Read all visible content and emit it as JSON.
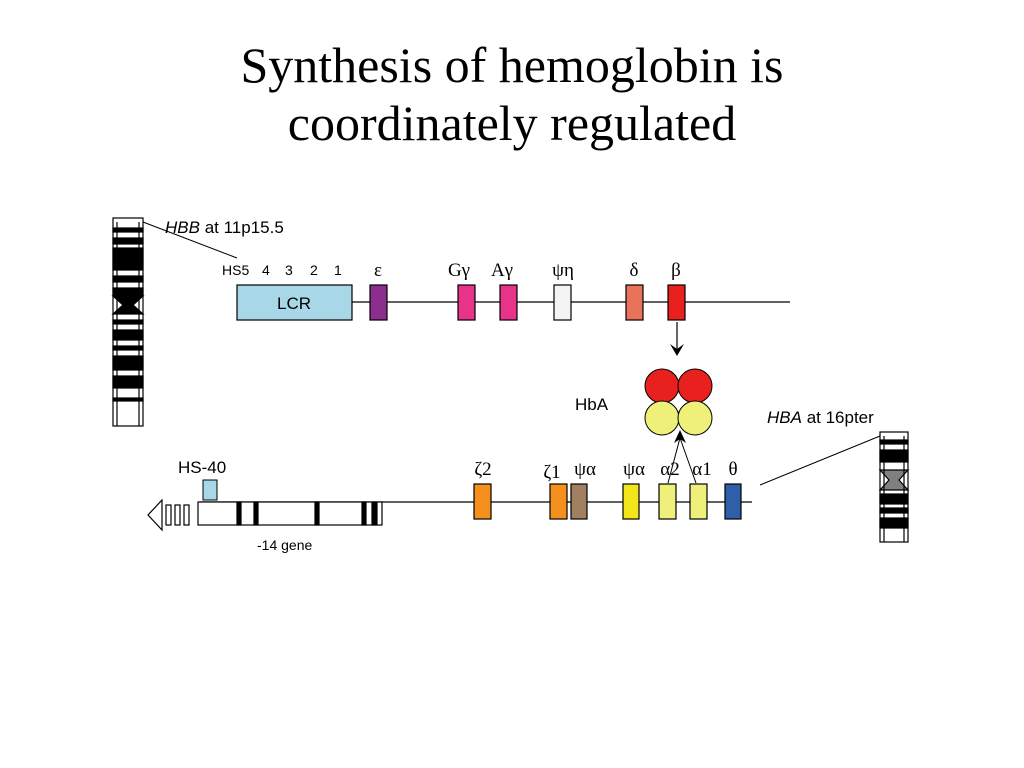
{
  "title": {
    "line1": "Synthesis of hemoglobin is",
    "line2": "coordinately regulated"
  },
  "hbb": {
    "gene": "HBB",
    "locus": " at 11p15.5",
    "hs_labels": [
      "HS5",
      "4",
      "3",
      "2",
      "1"
    ],
    "lcr": "LCR",
    "genes": [
      {
        "label": "ε",
        "color": "#8B2E8E"
      },
      {
        "label": "Gγ",
        "color": "#E8338A"
      },
      {
        "label": "Aγ",
        "color": "#E8338A"
      },
      {
        "label": "ψη",
        "color": "#F4F4F4"
      },
      {
        "label": "δ",
        "color": "#E8735A"
      },
      {
        "label": "β",
        "color": "#E8211F"
      }
    ],
    "lcr_color": "#A8D8E8"
  },
  "hba": {
    "gene": "HBA",
    "locus": " at 16pter",
    "hs": "HS-40",
    "neighbor_gene": "-14 gene",
    "genes": [
      {
        "label": "ζ2",
        "color": "#F5901E"
      },
      {
        "label": "ζ1",
        "color": "#F5901E"
      },
      {
        "label": "ψα",
        "color": "#A08060"
      },
      {
        "label": "ψα",
        "color": "#F2E61A"
      },
      {
        "label": "α2",
        "color": "#EEF07A"
      },
      {
        "label": "α1",
        "color": "#EEF07A"
      },
      {
        "label": "θ",
        "color": "#2E5FA8"
      }
    ]
  },
  "hba_protein": {
    "label": "HbA",
    "beta_color": "#E8211F",
    "alpha_color": "#EEF07A"
  }
}
